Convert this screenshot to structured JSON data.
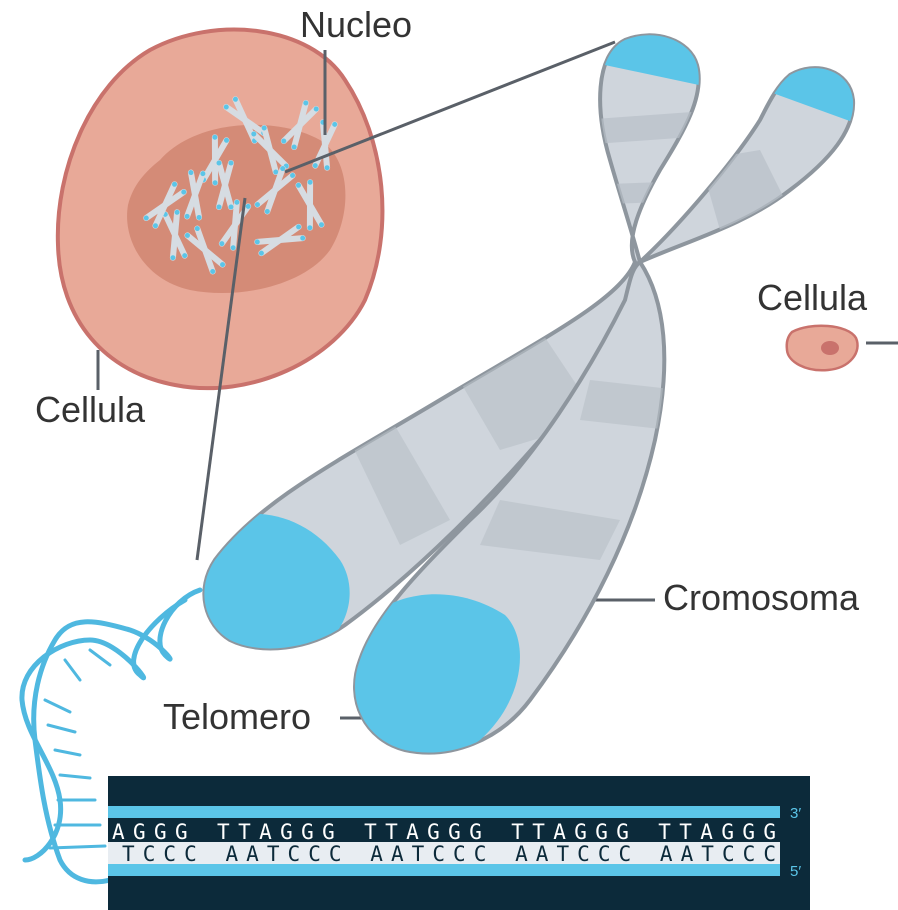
{
  "labels": {
    "nucleus": "Nucleo",
    "cell_large": "Cellula",
    "cell_small": "Cellula",
    "chromosome": "Cromosoma",
    "telomere": "Telomero"
  },
  "dna": {
    "strand_top": "AGGG TTAGGG TTAGGG TTAGGG TTAGGG",
    "strand_bottom": "TCCC AATCCC AATCCC AATCCC AATCCC",
    "end_top": "3′",
    "end_bottom": "5′"
  },
  "colors": {
    "cell_fill": "#e8a998",
    "cell_outline": "#c9726c",
    "nucleus_fill": "#d48b77",
    "chromosome_fill": "#cfd5dc",
    "chromosome_band": "#b8bfc7",
    "chromosome_outline": "#8e969e",
    "telomere": "#5bc5e8",
    "dna_blue": "#4fb8e0",
    "dna_panel": "#0c2a3a",
    "text": "#333333",
    "leader_line": "#5a6068"
  }
}
